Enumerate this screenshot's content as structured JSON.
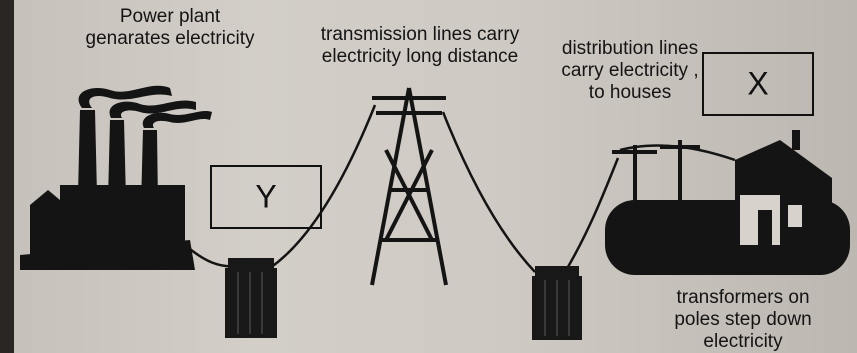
{
  "labels": {
    "power_plant": [
      "Power plant",
      "genarates electricity"
    ],
    "transmission": [
      "transmission lines carry",
      "electricity long distance"
    ],
    "distribution": [
      "distribution lines",
      "carry electricity ,",
      "to houses"
    ],
    "transformers": [
      "transformers on",
      "poles step down",
      "electricity"
    ]
  },
  "boxes": {
    "x_letter": "X",
    "y_letter": "Y"
  },
  "colors": {
    "ink": "#111111",
    "paper": "#cfc9c3"
  }
}
